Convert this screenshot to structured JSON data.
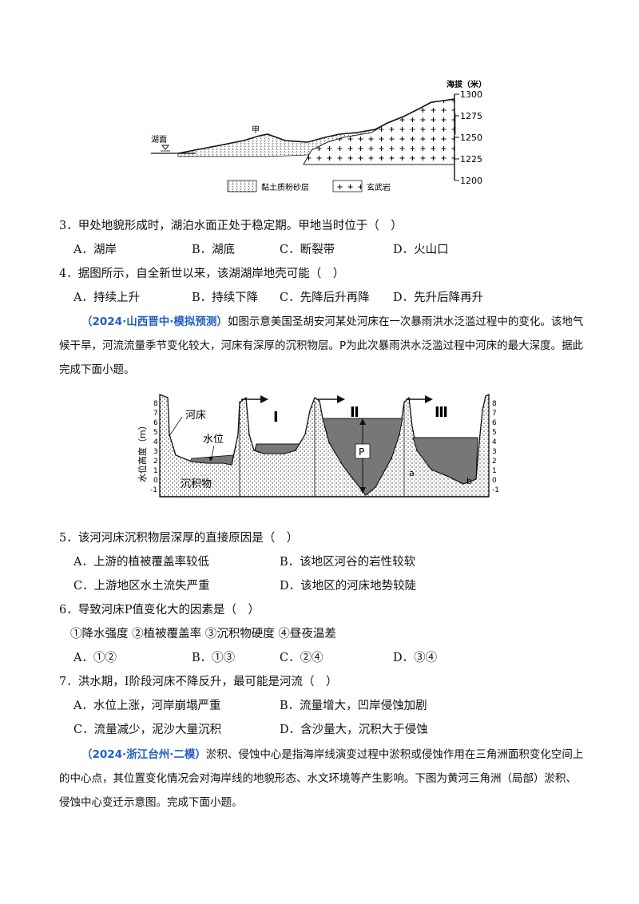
{
  "fig1": {
    "y_title": "海拔（米）",
    "ticks": [
      "1300",
      "1275",
      "1250",
      "1225",
      "1200"
    ],
    "lake_label": "湖面",
    "jia_label": "甲",
    "legend_clay": "黏土质粉砂层",
    "legend_basalt": "玄武岩"
  },
  "q3": {
    "stem": "3．甲处地貌形成时，湖泊水面正处于稳定期。甲地当时位于（　）",
    "options": [
      "A．湖岸",
      "B．湖底",
      "C．断裂带",
      "D．火山口"
    ]
  },
  "q4": {
    "stem": "4．据图所示，自全新世以来，该湖湖岸地壳可能（　）",
    "options": [
      "A．持续上升",
      "B．持续下降",
      "C．先降后升再降",
      "D．先升后降再升"
    ]
  },
  "passage2": {
    "source": "（2024·山西晋中·模拟预测）",
    "text": "如图示意美国圣胡安河某处河床在一次暴雨洪水泛滥过程中的变化。该地气候干旱，河流流量季节变化较大，河床有深厚的沉积物层。P为此次暴雨洪水泛滥过程中河床的最大深度。据此完成下面小题。"
  },
  "fig2": {
    "y_title": "水位高度（m）",
    "left_ticks": [
      "8",
      "7",
      "6",
      "5",
      "4",
      "3",
      "2",
      "1",
      "0",
      "-1"
    ],
    "right_ticks": [
      "8",
      "7",
      "6",
      "5",
      "4",
      "3",
      "2",
      "1",
      "0",
      "-1"
    ],
    "riverbed": "河床",
    "water_level": "水位",
    "sediment": "沉积物",
    "stage1": "Ⅰ",
    "stage2": "Ⅱ",
    "stage3": "Ⅲ",
    "p": "P",
    "a": "a",
    "b": "b"
  },
  "q5": {
    "stem": "5．该河河床沉积物层深厚的直接原因是（　）",
    "options": [
      "A．上游的植被覆盖率较低",
      "B．该地区河谷的岩性较软",
      "C．上游地区水土流失严重",
      "D．该地区的河床地势较陡"
    ]
  },
  "q6": {
    "stem": "6．导致河床P值变化大的因素是（　）",
    "factors": "①降水强度 ②植被覆盖率 ③沉积物硬度 ④昼夜温差",
    "options": [
      "A．①②",
      "B．①③",
      "C．②④",
      "D．③④"
    ]
  },
  "q7": {
    "stem": "7．洪水期，Ⅰ阶段河床不降反升，最可能是河流（　）",
    "options": [
      "A．水位上涨，河岸崩塌严重",
      "B．流量增大，凹岸侵蚀加剧",
      "C．流量减少，泥沙大量沉积",
      "D．含沙量大，沉积大于侵蚀"
    ]
  },
  "passage3": {
    "source": "（2024·浙江台州·二模）",
    "text": "淤积、侵蚀中心是指海岸线演变过程中淤积或侵蚀作用在三角洲面积变化空间上的中心点，其位置变化情况会对海岸线的地貌形态、水文环境等产生影响。下图为黄河三角洲（局部）淤积、侵蚀中心变迁示意图。完成下面小题。"
  }
}
